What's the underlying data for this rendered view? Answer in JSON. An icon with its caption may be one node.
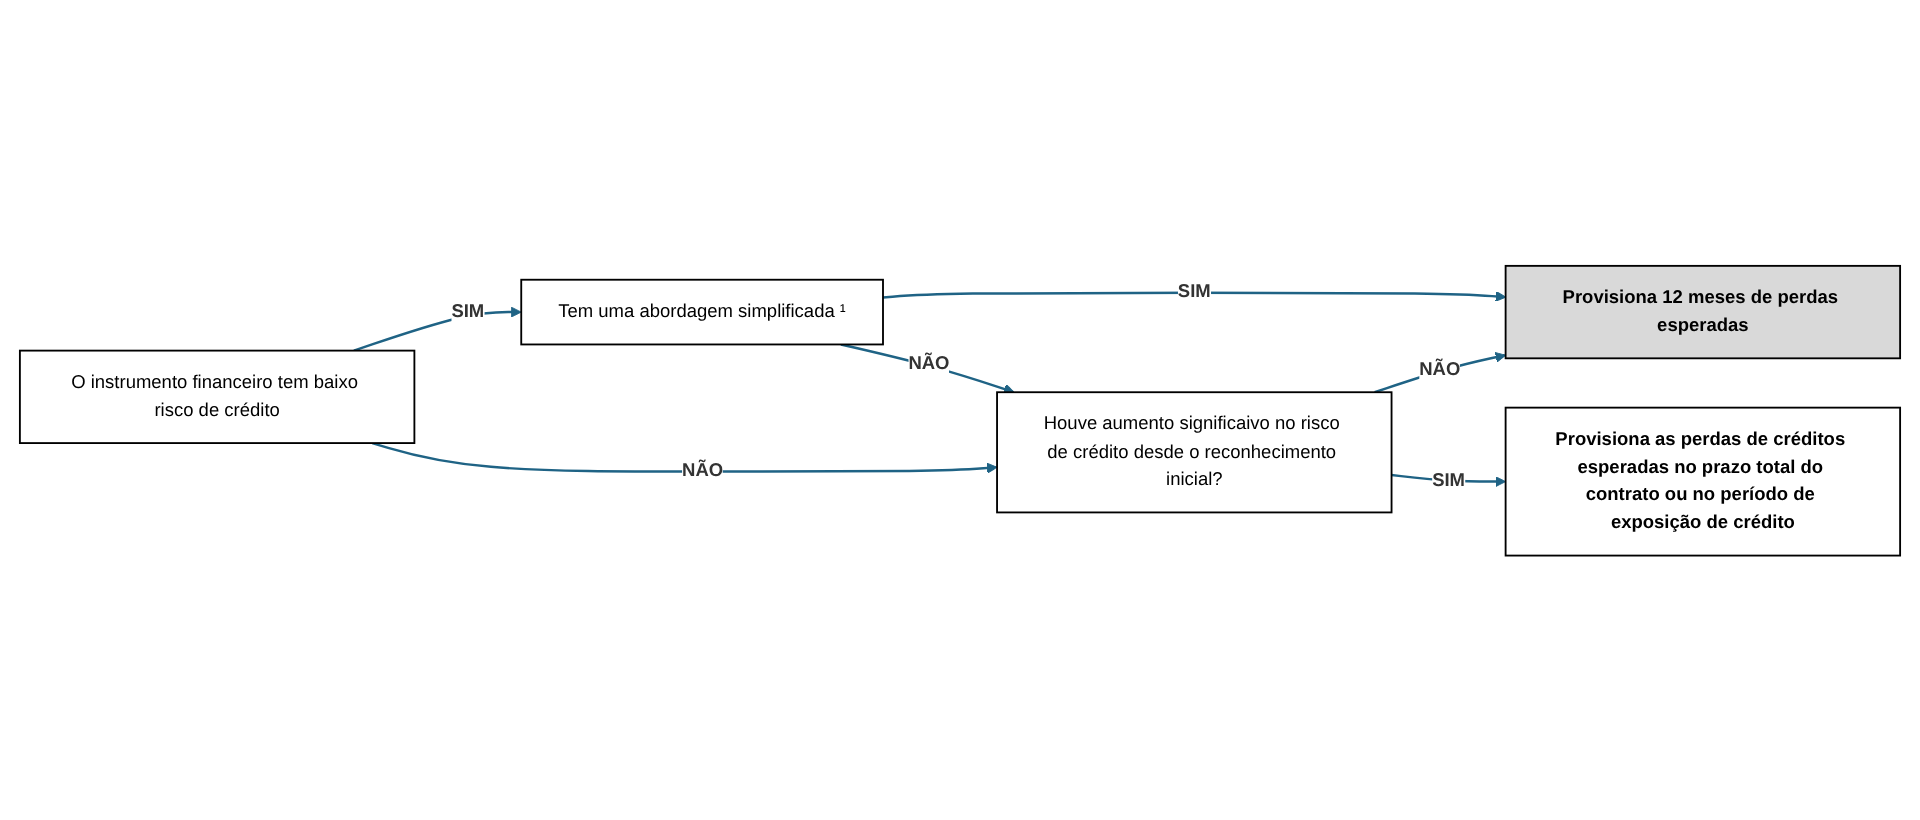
{
  "diagram": {
    "nodes": [
      {
        "text": [
          "O instrumento financeiro tem baixo risco de crédito"
        ]
      },
      {
        "text": [
          "Tem uma abordagem simplificada ¹"
        ]
      },
      {
        "text": [
          "Provisiona 12 meses de perdas esperadas"
        ]
      },
      {
        "text": [
          "Houve aumento significaivo no risco de crédito desde o reconhecimento inicial?"
        ]
      },
      {
        "text": [
          "Provisiona as perdas de créditos esperadas no prazo total do contrato ou no período de exposição de crédito"
        ]
      }
    ],
    "edges": [
      {
        "from": 0,
        "to": 1,
        "arrow": "to",
        "label": "SIM"
      },
      {
        "from": 1,
        "to": 2,
        "arrow": "to",
        "label": "SIM"
      },
      {
        "from": 0,
        "to": 3,
        "arrow": "to",
        "label": "NÃO"
      },
      {
        "from": 1,
        "to": 3,
        "arrow": "to",
        "label": "NÃO"
      },
      {
        "from": 3,
        "to": 2,
        "arrow": "to",
        "label": "NÃO"
      },
      {
        "from": 3,
        "to": 4,
        "arrow": "to",
        "label": "SIM"
      }
    ]
  }
}
